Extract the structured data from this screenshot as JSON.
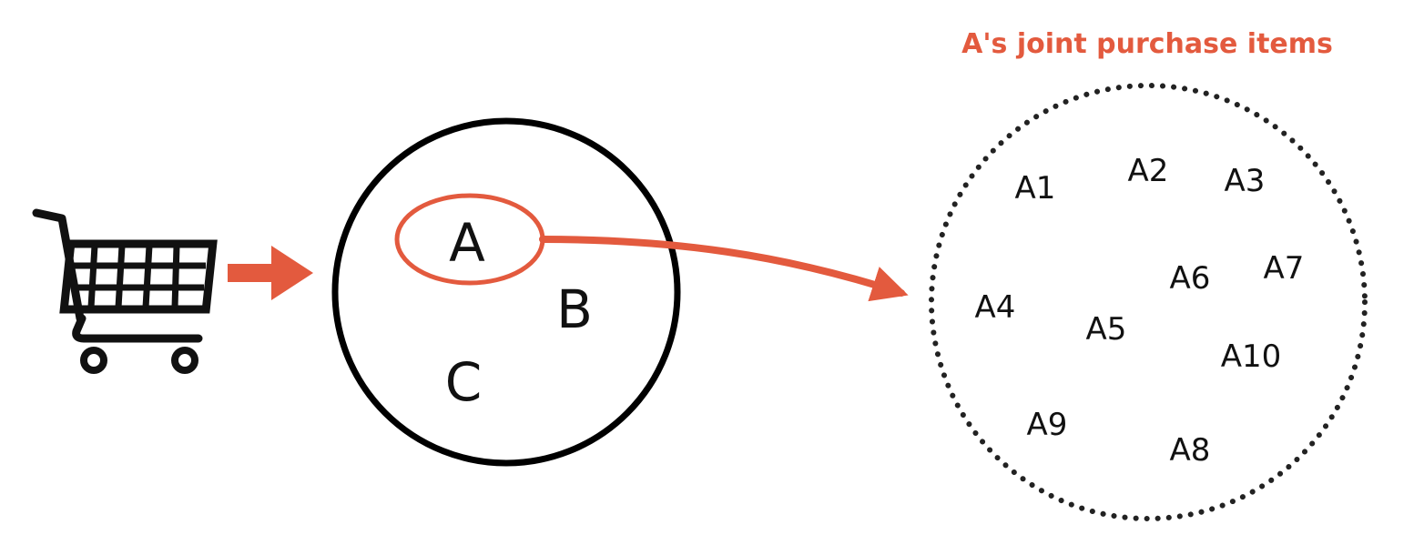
{
  "title": "A's joint purchase items",
  "accent_color": "#E35A3E",
  "cart_icon": "shopping-cart-icon",
  "basket_items": [
    "A",
    "B",
    "C"
  ],
  "joint_items": [
    "A1",
    "A2",
    "A3",
    "A4",
    "A5",
    "A6",
    "A7",
    "A8",
    "A9",
    "A10"
  ]
}
